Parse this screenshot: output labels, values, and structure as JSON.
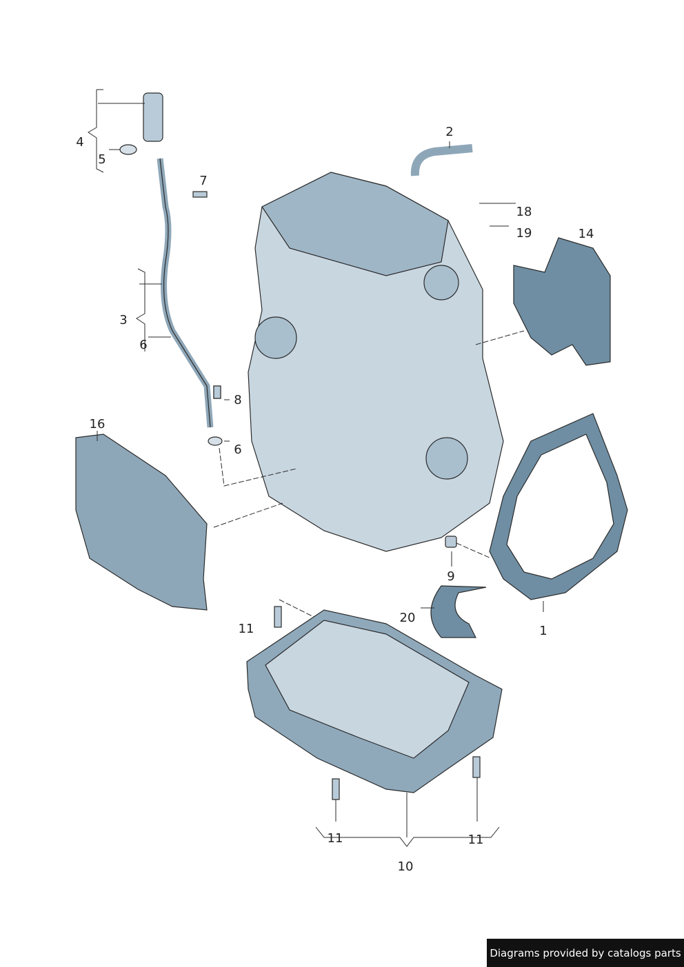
{
  "callouts": {
    "c1": "1",
    "c2": "2",
    "c3": "3",
    "c4": "4",
    "c5": "5",
    "c6a": "6",
    "c6b": "6",
    "c7": "7",
    "c8": "8",
    "c9": "9",
    "c10": "10",
    "c11a": "11",
    "c11b": "11",
    "c11c": "11",
    "c14": "14",
    "c16": "16",
    "c18": "18",
    "c19": "19",
    "c20": "20"
  },
  "footer": {
    "text": "Diagrams provided by catalogs parts"
  },
  "colors": {
    "part_fill": "#b9cbd8",
    "part_dark": "#6f8ea3",
    "stroke": "#2a2a2a",
    "footer_bg": "#111111"
  }
}
